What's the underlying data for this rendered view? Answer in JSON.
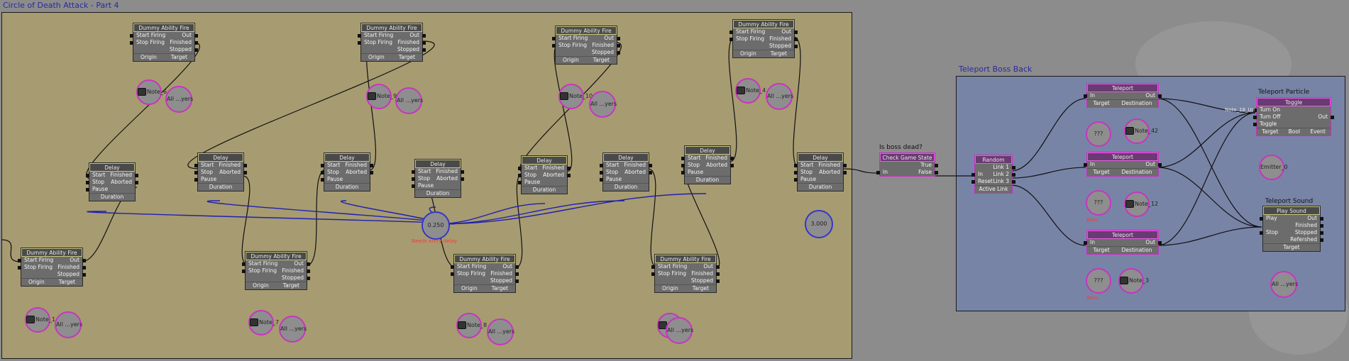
{
  "groups": {
    "circle_title": "Circle of Death Attack - Part 4",
    "teleport_title": "Teleport Boss Back"
  },
  "dummy_node": {
    "title": "Dummy Ability Fire",
    "inputs": [
      "Start Firing",
      "Stop Firing"
    ],
    "outputs": [
      "Out",
      "Finished",
      "Stopped"
    ],
    "vars": [
      "Origin",
      "Target"
    ]
  },
  "delay_node": {
    "title": "Delay",
    "inputs": [
      "Start",
      "Stop",
      "Pause"
    ],
    "outputs": [
      "Finished",
      "Aborted"
    ],
    "var": "Duration"
  },
  "var_labels": {
    "note_1": "Note_1",
    "note_7": "Note_7",
    "note_8": "Note_8",
    "note_6": "Note_6",
    "note_9": "Note_9",
    "note_10": "Note_10",
    "note_5": "Note_5",
    "note_4": "Note_4",
    "all_players": "All ...yers",
    "delay_shared": "0.250",
    "delay_last": "3.000",
    "needs_entry": "Needs entry delay",
    "unknown": "???",
    "note_42": "Note_42",
    "note_12": "Note_12",
    "note_3": "Note_3",
    "emitter": "Emitter_0",
    "boss_caption": "Boss"
  },
  "check_state": {
    "note": "Is boss dead?",
    "title": "Check Game State",
    "input": "In",
    "out_true": "True",
    "out_false": "False"
  },
  "random_node": {
    "title": "Random",
    "inputs": [
      "In",
      "Reset"
    ],
    "outputs": [
      "Link 1",
      "Link 2",
      "Link 3"
    ],
    "var": "Active Link"
  },
  "teleport_node": {
    "title": "Teleport",
    "input": "In",
    "output": "Out",
    "vars": [
      "Target",
      "Destination"
    ]
  },
  "toggle_node": {
    "note": "Teleport Particle",
    "title": "Toggle",
    "inputs": [
      "Turn On",
      "Turn Off",
      "Toggle"
    ],
    "output": "Out",
    "vars": [
      "Target",
      "Bool",
      "Event"
    ],
    "wire_label": "Note_18_Un"
  },
  "sound_node": {
    "note": "Teleport Sound",
    "title": "Play Sound",
    "inputs": [
      "Play",
      "Stop"
    ],
    "outputs": [
      "Out",
      "Finished",
      "Stopped",
      "Refershed"
    ],
    "var": "Target"
  },
  "colors": {
    "canvas": "#8c8c8c",
    "circle_group": "#a79b71",
    "teleport_group": "#7884a6",
    "node": "#6c6c6c",
    "wire": "#111111",
    "var_wire_blue": "#2020b0",
    "object_var_border": "#c635c0",
    "float_var_border": "#3636c8"
  }
}
